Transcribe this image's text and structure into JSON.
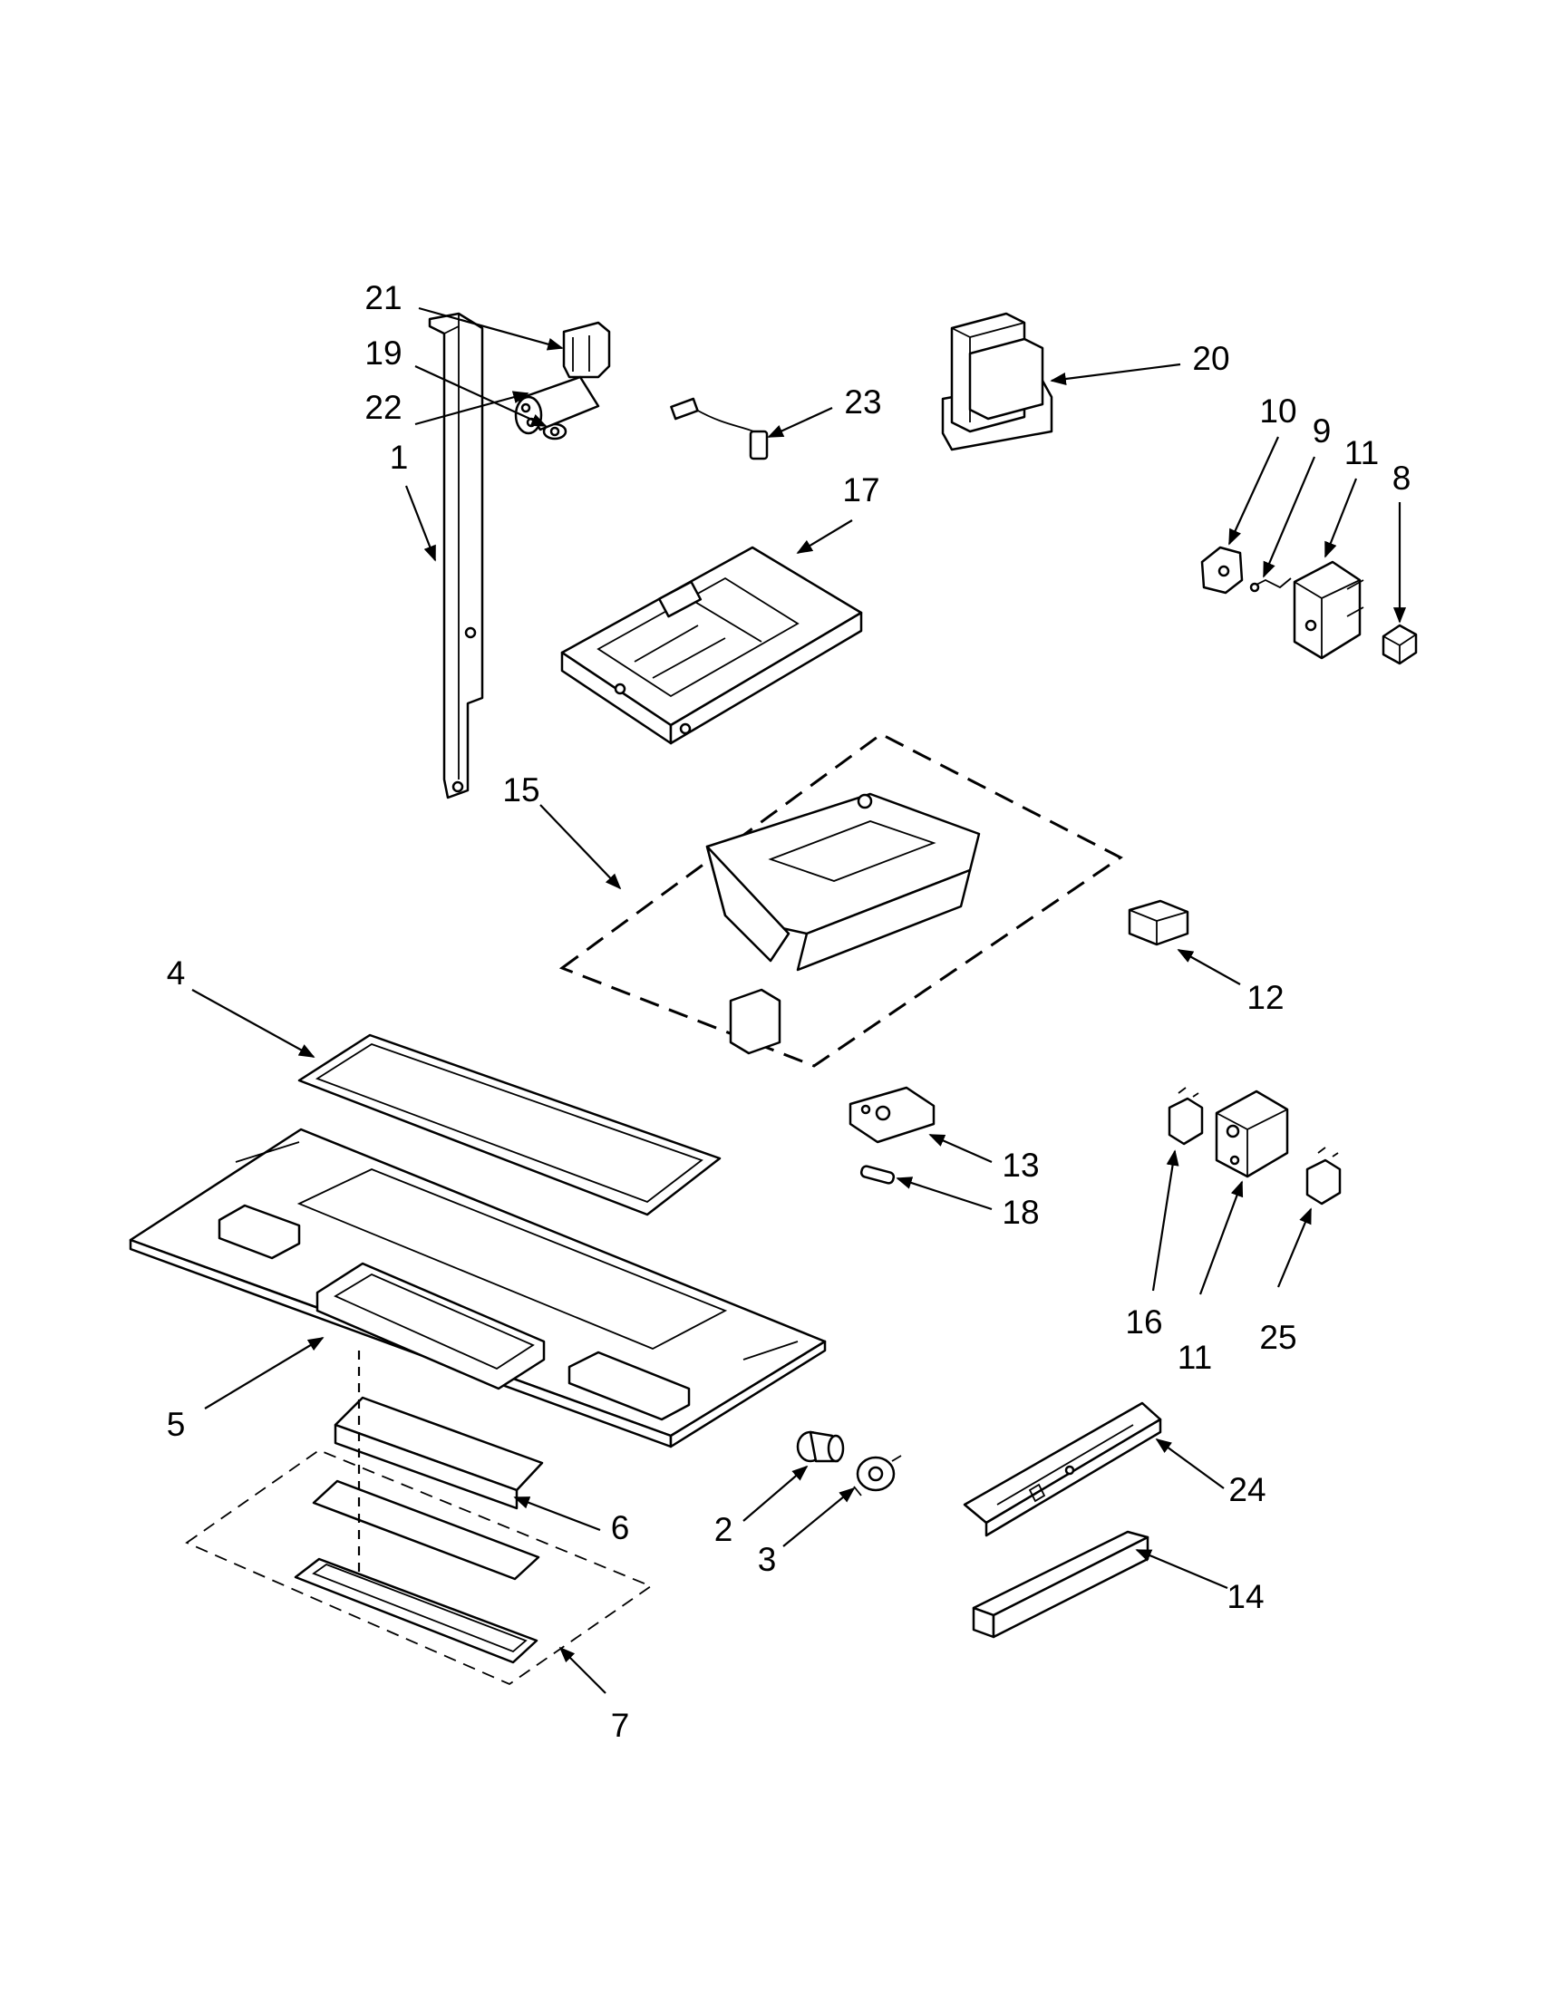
{
  "callouts": [
    {
      "id": "21",
      "label": "21"
    },
    {
      "id": "19",
      "label": "19"
    },
    {
      "id": "22",
      "label": "22"
    },
    {
      "id": "1",
      "label": "1"
    },
    {
      "id": "23",
      "label": "23"
    },
    {
      "id": "20",
      "label": "20"
    },
    {
      "id": "17",
      "label": "17"
    },
    {
      "id": "10",
      "label": "10"
    },
    {
      "id": "9",
      "label": "9"
    },
    {
      "id": "11a",
      "label": "11"
    },
    {
      "id": "8",
      "label": "8"
    },
    {
      "id": "15",
      "label": "15"
    },
    {
      "id": "12",
      "label": "12"
    },
    {
      "id": "4",
      "label": "4"
    },
    {
      "id": "13",
      "label": "13"
    },
    {
      "id": "18",
      "label": "18"
    },
    {
      "id": "16",
      "label": "16"
    },
    {
      "id": "11b",
      "label": "11"
    },
    {
      "id": "25",
      "label": "25"
    },
    {
      "id": "5",
      "label": "5"
    },
    {
      "id": "6",
      "label": "6"
    },
    {
      "id": "2",
      "label": "2"
    },
    {
      "id": "3",
      "label": "3"
    },
    {
      "id": "24",
      "label": "24"
    },
    {
      "id": "14",
      "label": "14"
    },
    {
      "id": "7",
      "label": "7"
    }
  ]
}
